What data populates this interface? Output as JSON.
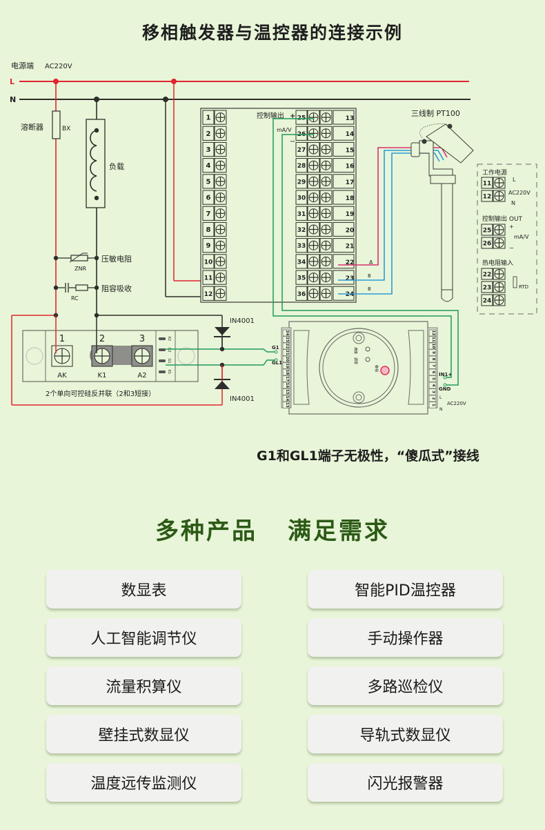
{
  "title": "移相触发器与温控器的连接示例",
  "diagram": {
    "power_source_label": "电源端",
    "power_source_voltage": "AC220V",
    "line_L": "L",
    "line_N": "N",
    "fuse_label": "溶断器",
    "fuse_code": "BX",
    "load_label": "负载",
    "varistor_label": "压敏电阻",
    "varistor_code": "ZNR",
    "snubber_label": "阻容吸收",
    "snubber_code": "RC",
    "controller": {
      "left_terminals": [
        "1",
        "2",
        "3",
        "4",
        "5",
        "6",
        "7",
        "8",
        "9",
        "10",
        "11",
        "12"
      ],
      "mid_terminals": [
        "25",
        "26",
        "27",
        "28",
        "29",
        "30",
        "31",
        "32",
        "33",
        "34",
        "35",
        "36"
      ],
      "right_terminals": [
        "13",
        "14",
        "15",
        "16",
        "17",
        "18",
        "19",
        "20",
        "21",
        "22",
        "23",
        "24"
      ],
      "output_label": "控制输出",
      "output_plus": "+",
      "output_unit": "mA/V",
      "output_minus": "−",
      "rtd_wire_labels": [
        "A",
        "B",
        "B"
      ]
    },
    "pt100_label": "三线制 PT100",
    "legend": {
      "power_title": "工作电源",
      "power_terminals": [
        "11",
        "12"
      ],
      "power_L": "L",
      "power_N": "N",
      "power_voltage": "AC220V",
      "output_title": "控制输出 OUT",
      "output_terminals": [
        "25",
        "26"
      ],
      "output_plus": "+",
      "output_minus": "−",
      "output_unit": "mA/V",
      "rtd_title": "热电阻输入",
      "rtd_terminals": [
        "22",
        "23",
        "24"
      ],
      "rtd_label": "RTD"
    },
    "scr": {
      "terminals": [
        "1",
        "2",
        "3"
      ],
      "terminal_names": [
        "AK",
        "K1",
        "A2"
      ],
      "side_labels": [
        "K2",
        "G2",
        "G1",
        "K1"
      ],
      "caption": "2个单向可控硅反并联（2和3短接）"
    },
    "diode_top": "IN4001",
    "diode_bottom": "IN4001",
    "trigger": {
      "left_terminals": [
        "24",
        "23",
        "22",
        "21",
        "20",
        "19",
        "18",
        "17",
        "16",
        "15",
        "14",
        "13"
      ],
      "right_terminals": [
        "12",
        "11",
        "10",
        "9",
        "8",
        "7",
        "6",
        "5",
        "4",
        "3",
        "2",
        "1"
      ],
      "g1": "G1",
      "gl1": "GL1",
      "in1": "IN1+",
      "gnd": "GND",
      "ac_L": "L",
      "ac_N": "N",
      "ac_voltage": "AC220V",
      "knob_labels": [
        "满度",
        "调零",
        "移相"
      ]
    }
  },
  "note": "G1和GL1端子无极性，“傻瓜式”接线",
  "products_section": {
    "title_left": "多种产品",
    "title_right": "满足需求",
    "items": [
      "数显表",
      "智能PID温控器",
      "人工智能调节仪",
      "手动操作器",
      "流量积算仪",
      "多路巡检仪",
      "壁挂式数显仪",
      "导轨式数显仪",
      "温度远传监测仪",
      "闪光报警器"
    ]
  },
  "colors": {
    "live": "#e0252e",
    "neutral": "#2d2d2a",
    "signal": "#1f9a5a",
    "rtd_red": "#d8306e",
    "rtd_blue": "#2a9bd8",
    "accent_title": "#2c5a16"
  }
}
